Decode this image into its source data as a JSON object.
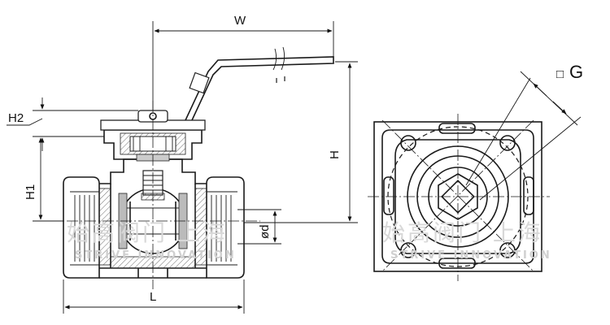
{
  "front_view": {
    "labels": {
      "W": "W",
      "H": "H",
      "H1": "H1",
      "H2": "H2",
      "L": "L",
      "d": "ød"
    }
  },
  "side_view": {
    "labels": {
      "G": "G",
      "G_prefix": "□"
    }
  },
  "watermark": {
    "chinese": "始高阀门 上海",
    "english": "STRIVE INNOVATION"
  }
}
